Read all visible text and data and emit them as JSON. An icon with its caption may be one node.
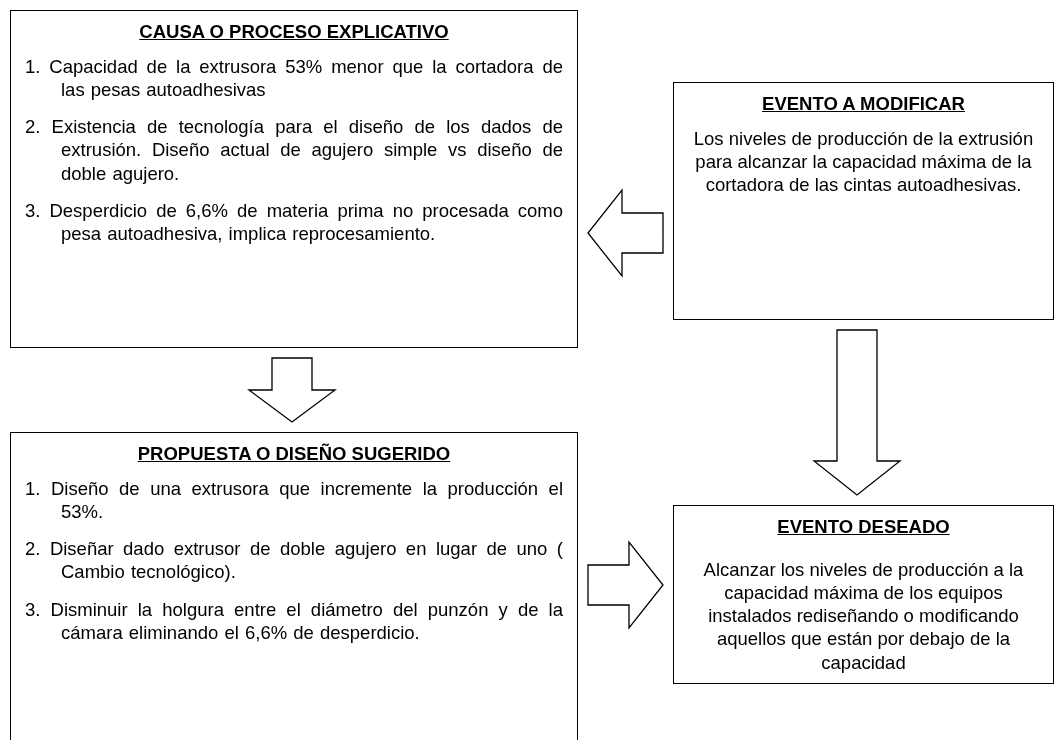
{
  "diagram": {
    "nodes": [
      {
        "text": [
          "CAUSA O PROCESO EXPLICATIVO",
          "1. Capacidad de la extrusora 53% menor que la cortadora de las pesas autoadhesivas",
          "2. Existencia de tecnología para el diseño de los dados de extrusión. Diseño actual de agujero simple vs diseño de doble agujero.",
          "3. Desperdicio de 6,6% de materia prima no procesada como pesa autoadhesiva, implica reprocesamiento."
        ]
      },
      {
        "text": [
          "EVENTO A MODIFICAR",
          "Los niveles de producción de la extrusión para alcanzar la capacidad máxima de la cortadora de las cintas autoadhesivas."
        ]
      },
      {
        "text": [
          "PROPUESTA O DISEÑO SUGERIDO",
          "1. Diseño de una extrusora que incremente la producción el 53%.",
          "2. Diseñar dado extrusor de doble agujero en lugar de uno ( Cambio tecnológico).",
          "3. Disminuir la holgura entre el diámetro del punzón y de la cámara eliminando el 6,6% de desperdicio."
        ]
      },
      {
        "text": [
          "EVENTO DESEADO",
          "Alcanzar los niveles de producción a la capacidad máxima de los equipos instalados rediseñando o modificando aquellos que están por debajo de la capacidad"
        ]
      }
    ],
    "edges": [
      {
        "from": 1,
        "to": 0,
        "arrow": "to"
      },
      {
        "from": 0,
        "to": 2,
        "arrow": "to"
      },
      {
        "from": 1,
        "to": 3,
        "arrow": "to"
      },
      {
        "from": 2,
        "to": 3,
        "arrow": "to"
      }
    ]
  }
}
